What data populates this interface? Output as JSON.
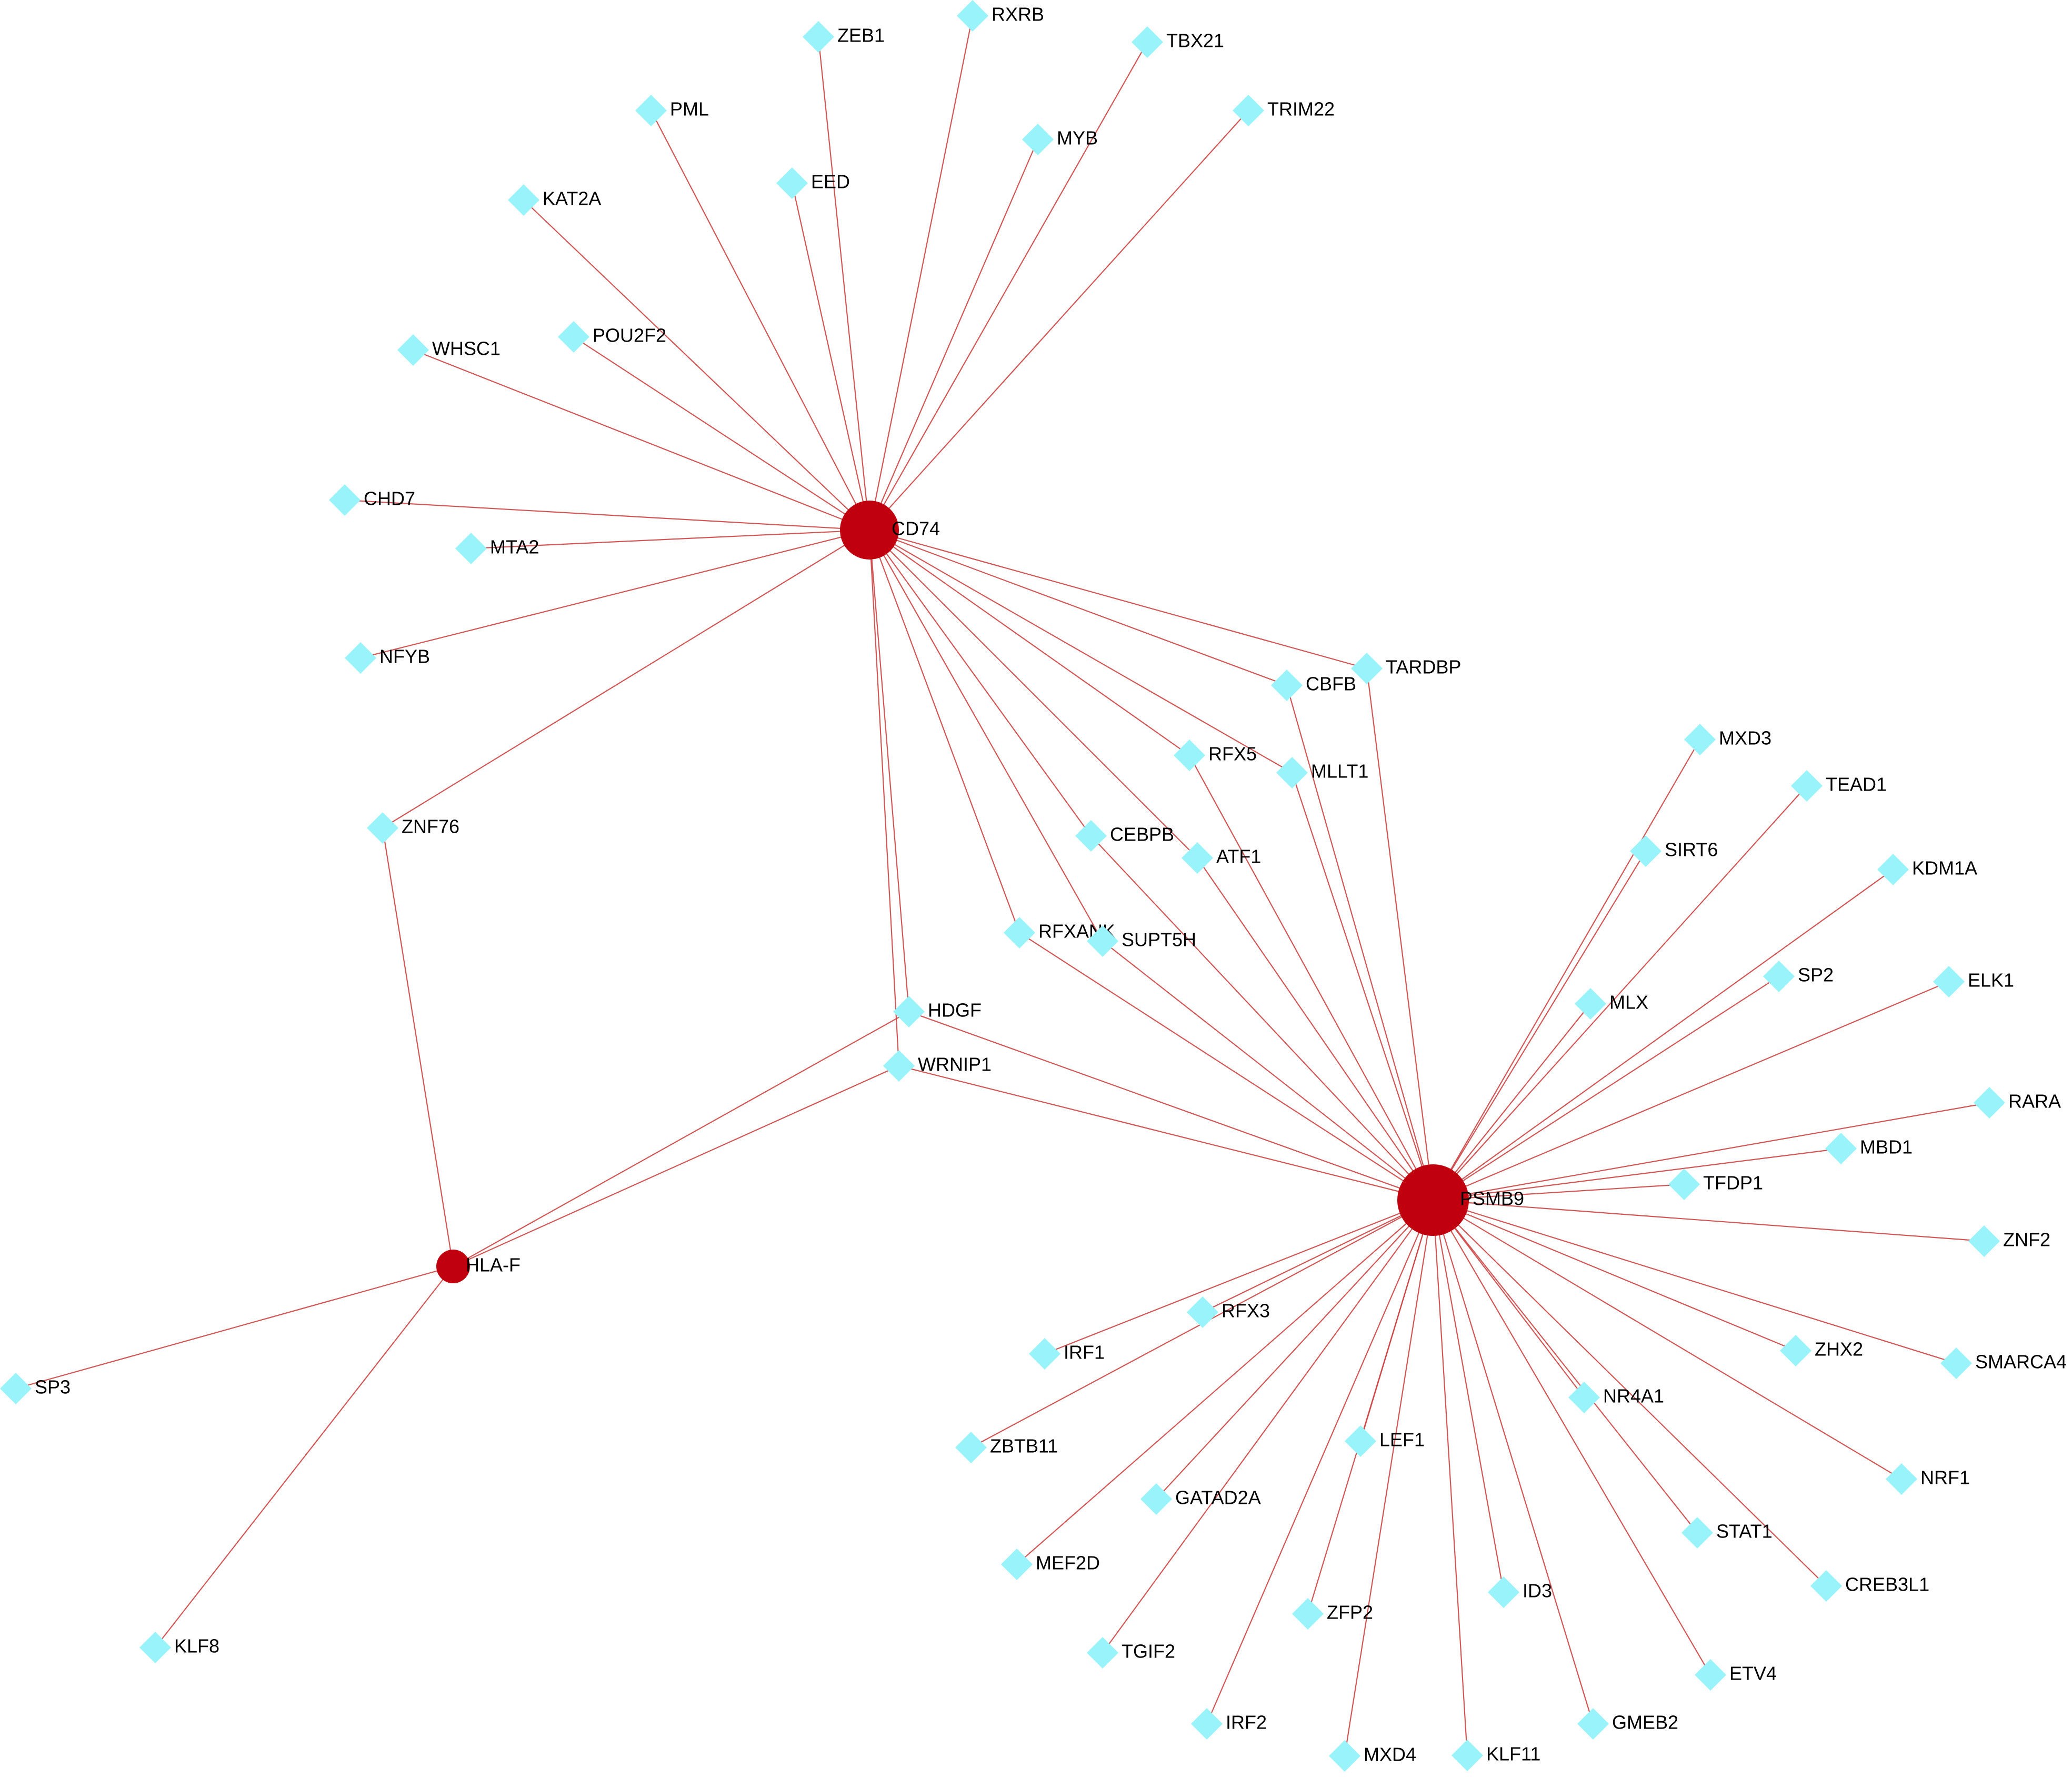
{
  "network": {
    "colors": {
      "hub": "#c0000f",
      "tf": "#99f3fa",
      "edge": "#cc4444"
    },
    "hubs": [
      "CD74",
      "PSMB9",
      "HLA-F"
    ],
    "nodes": [
      {
        "id": "CD74",
        "type": "hub"
      },
      {
        "id": "PSMB9",
        "type": "hub"
      },
      {
        "id": "HLA-F",
        "type": "hub"
      },
      {
        "id": "RXRB",
        "type": "tf"
      },
      {
        "id": "ZEB1",
        "type": "tf"
      },
      {
        "id": "TBX21",
        "type": "tf"
      },
      {
        "id": "PML",
        "type": "tf"
      },
      {
        "id": "TRIM22",
        "type": "tf"
      },
      {
        "id": "MYB",
        "type": "tf"
      },
      {
        "id": "EED",
        "type": "tf"
      },
      {
        "id": "KAT2A",
        "type": "tf"
      },
      {
        "id": "POU2F2",
        "type": "tf"
      },
      {
        "id": "WHSC1",
        "type": "tf"
      },
      {
        "id": "CHD7",
        "type": "tf"
      },
      {
        "id": "MTA2",
        "type": "tf"
      },
      {
        "id": "NFYB",
        "type": "tf"
      },
      {
        "id": "TARDBP",
        "type": "tf"
      },
      {
        "id": "CBFB",
        "type": "tf"
      },
      {
        "id": "RFX5",
        "type": "tf"
      },
      {
        "id": "MLLT1",
        "type": "tf"
      },
      {
        "id": "ZNF76",
        "type": "tf"
      },
      {
        "id": "CEBPB",
        "type": "tf"
      },
      {
        "id": "ATF1",
        "type": "tf"
      },
      {
        "id": "RFXANK",
        "type": "tf"
      },
      {
        "id": "SUPT5H",
        "type": "tf"
      },
      {
        "id": "HDGF",
        "type": "tf"
      },
      {
        "id": "WRNIP1",
        "type": "tf"
      },
      {
        "id": "MXD3",
        "type": "tf"
      },
      {
        "id": "TEAD1",
        "type": "tf"
      },
      {
        "id": "SIRT6",
        "type": "tf"
      },
      {
        "id": "KDM1A",
        "type": "tf"
      },
      {
        "id": "SP2",
        "type": "tf"
      },
      {
        "id": "MLX",
        "type": "tf"
      },
      {
        "id": "ELK1",
        "type": "tf"
      },
      {
        "id": "RARA",
        "type": "tf"
      },
      {
        "id": "MBD1",
        "type": "tf"
      },
      {
        "id": "TFDP1",
        "type": "tf"
      },
      {
        "id": "ZNF2",
        "type": "tf"
      },
      {
        "id": "RFX3",
        "type": "tf"
      },
      {
        "id": "IRF1",
        "type": "tf"
      },
      {
        "id": "ZHX2",
        "type": "tf"
      },
      {
        "id": "SMARCA4",
        "type": "tf"
      },
      {
        "id": "NR4A1",
        "type": "tf"
      },
      {
        "id": "ZBTB11",
        "type": "tf"
      },
      {
        "id": "LEF1",
        "type": "tf"
      },
      {
        "id": "NRF1",
        "type": "tf"
      },
      {
        "id": "GATAD2A",
        "type": "tf"
      },
      {
        "id": "STAT1",
        "type": "tf"
      },
      {
        "id": "MEF2D",
        "type": "tf"
      },
      {
        "id": "CREB3L1",
        "type": "tf"
      },
      {
        "id": "ID3",
        "type": "tf"
      },
      {
        "id": "ZFP2",
        "type": "tf"
      },
      {
        "id": "TGIF2",
        "type": "tf"
      },
      {
        "id": "ETV4",
        "type": "tf"
      },
      {
        "id": "IRF2",
        "type": "tf"
      },
      {
        "id": "GMEB2",
        "type": "tf"
      },
      {
        "id": "MXD4",
        "type": "tf"
      },
      {
        "id": "KLF11",
        "type": "tf"
      },
      {
        "id": "SP3",
        "type": "tf"
      },
      {
        "id": "KLF8",
        "type": "tf"
      }
    ],
    "edges": [
      [
        "CD74",
        "RXRB"
      ],
      [
        "CD74",
        "ZEB1"
      ],
      [
        "CD74",
        "TBX21"
      ],
      [
        "CD74",
        "PML"
      ],
      [
        "CD74",
        "TRIM22"
      ],
      [
        "CD74",
        "MYB"
      ],
      [
        "CD74",
        "EED"
      ],
      [
        "CD74",
        "KAT2A"
      ],
      [
        "CD74",
        "POU2F2"
      ],
      [
        "CD74",
        "WHSC1"
      ],
      [
        "CD74",
        "CHD7"
      ],
      [
        "CD74",
        "MTA2"
      ],
      [
        "CD74",
        "NFYB"
      ],
      [
        "CD74",
        "TARDBP"
      ],
      [
        "CD74",
        "CBFB"
      ],
      [
        "CD74",
        "RFX5"
      ],
      [
        "CD74",
        "MLLT1"
      ],
      [
        "CD74",
        "ZNF76"
      ],
      [
        "CD74",
        "CEBPB"
      ],
      [
        "CD74",
        "ATF1"
      ],
      [
        "CD74",
        "RFXANK"
      ],
      [
        "CD74",
        "SUPT5H"
      ],
      [
        "CD74",
        "HDGF"
      ],
      [
        "CD74",
        "WRNIP1"
      ],
      [
        "PSMB9",
        "TARDBP"
      ],
      [
        "PSMB9",
        "CBFB"
      ],
      [
        "PSMB9",
        "RFX5"
      ],
      [
        "PSMB9",
        "MLLT1"
      ],
      [
        "PSMB9",
        "CEBPB"
      ],
      [
        "PSMB9",
        "ATF1"
      ],
      [
        "PSMB9",
        "RFXANK"
      ],
      [
        "PSMB9",
        "SUPT5H"
      ],
      [
        "PSMB9",
        "HDGF"
      ],
      [
        "PSMB9",
        "WRNIP1"
      ],
      [
        "PSMB9",
        "MXD3"
      ],
      [
        "PSMB9",
        "TEAD1"
      ],
      [
        "PSMB9",
        "SIRT6"
      ],
      [
        "PSMB9",
        "KDM1A"
      ],
      [
        "PSMB9",
        "SP2"
      ],
      [
        "PSMB9",
        "MLX"
      ],
      [
        "PSMB9",
        "ELK1"
      ],
      [
        "PSMB9",
        "RARA"
      ],
      [
        "PSMB9",
        "MBD1"
      ],
      [
        "PSMB9",
        "TFDP1"
      ],
      [
        "PSMB9",
        "ZNF2"
      ],
      [
        "PSMB9",
        "RFX3"
      ],
      [
        "PSMB9",
        "IRF1"
      ],
      [
        "PSMB9",
        "ZHX2"
      ],
      [
        "PSMB9",
        "SMARCA4"
      ],
      [
        "PSMB9",
        "NR4A1"
      ],
      [
        "PSMB9",
        "ZBTB11"
      ],
      [
        "PSMB9",
        "LEF1"
      ],
      [
        "PSMB9",
        "NRF1"
      ],
      [
        "PSMB9",
        "GATAD2A"
      ],
      [
        "PSMB9",
        "STAT1"
      ],
      [
        "PSMB9",
        "MEF2D"
      ],
      [
        "PSMB9",
        "CREB3L1"
      ],
      [
        "PSMB9",
        "ID3"
      ],
      [
        "PSMB9",
        "ZFP2"
      ],
      [
        "PSMB9",
        "TGIF2"
      ],
      [
        "PSMB9",
        "ETV4"
      ],
      [
        "PSMB9",
        "IRF2"
      ],
      [
        "PSMB9",
        "GMEB2"
      ],
      [
        "PSMB9",
        "MXD4"
      ],
      [
        "PSMB9",
        "KLF11"
      ],
      [
        "HLA-F",
        "ZNF76"
      ],
      [
        "HLA-F",
        "HDGF"
      ],
      [
        "HLA-F",
        "WRNIP1"
      ],
      [
        "HLA-F",
        "SP3"
      ],
      [
        "HLA-F",
        "KLF8"
      ]
    ]
  }
}
